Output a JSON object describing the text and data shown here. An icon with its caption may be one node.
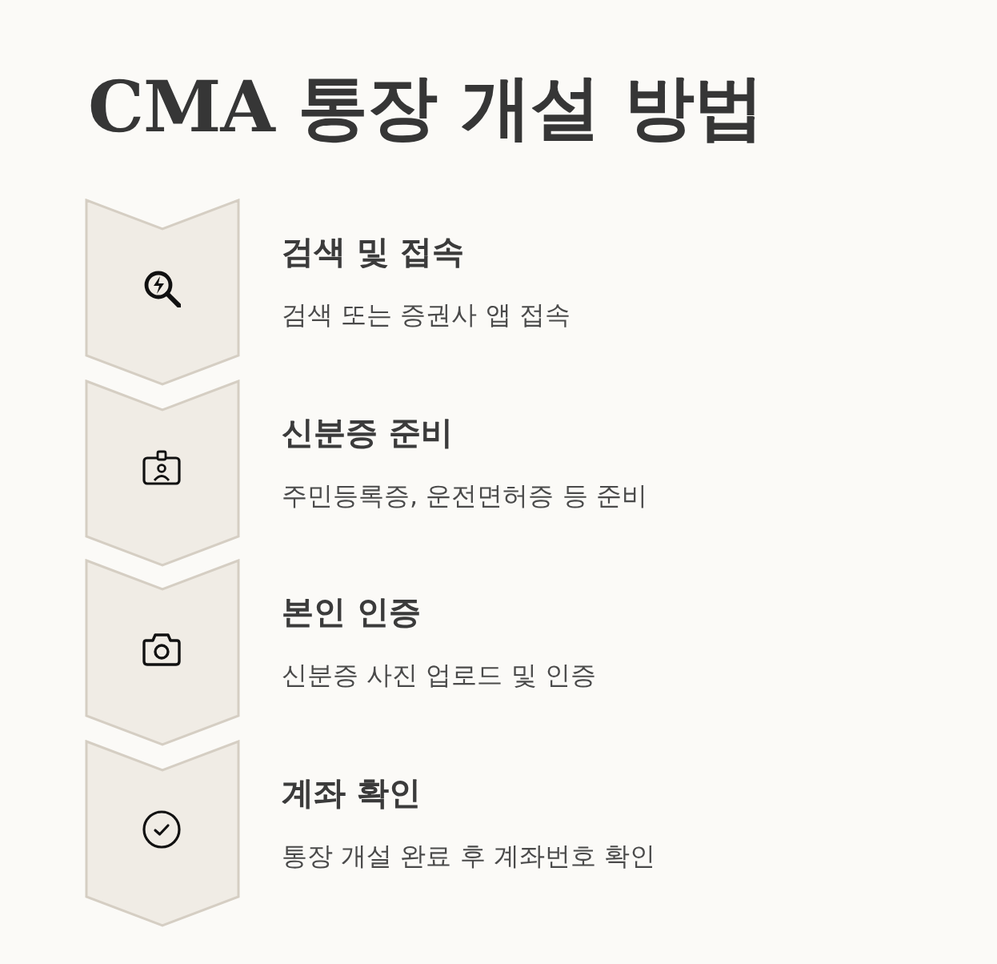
{
  "diagram": {
    "title": "CMA 통장 개설 방법",
    "nodes": [
      {
        "text": [
          "검색 및 접속",
          "검색 또는 증권사 앱 접속"
        ]
      },
      {
        "text": [
          "신분증 준비",
          "주민등록증, 운전면허증 등 준비"
        ]
      },
      {
        "text": [
          "본인 인증",
          "신분증 사진 업로드 및 인증"
        ]
      },
      {
        "text": [
          "계좌 확인",
          "통장 개설 완료 후 계좌번호 확인"
        ]
      }
    ]
  }
}
